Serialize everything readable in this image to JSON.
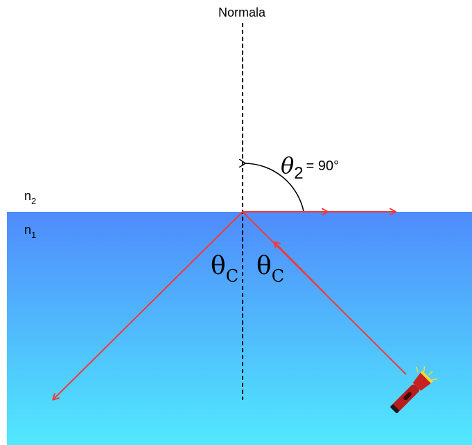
{
  "normal_label": "Normala",
  "medium_upper": {
    "symbol": "n",
    "subscript": "2"
  },
  "medium_lower": {
    "symbol": "n",
    "subscript": "1"
  },
  "angle_left": {
    "symbol": "θ",
    "subscript": "C"
  },
  "angle_right": {
    "symbol": "θ",
    "subscript": "C"
  },
  "refracted_angle": {
    "symbol": "θ",
    "subscript": "2",
    "value": "= 90°"
  },
  "colors": {
    "water_top": "#4F8BFC",
    "water_bottom": "#51E9FD",
    "ray": "#EF3B3B",
    "normal_line": "#000000",
    "flashlight_body": "#C92020",
    "flashlight_glow": "#F4D93B"
  },
  "icons": [
    "flashlight-icon"
  ]
}
